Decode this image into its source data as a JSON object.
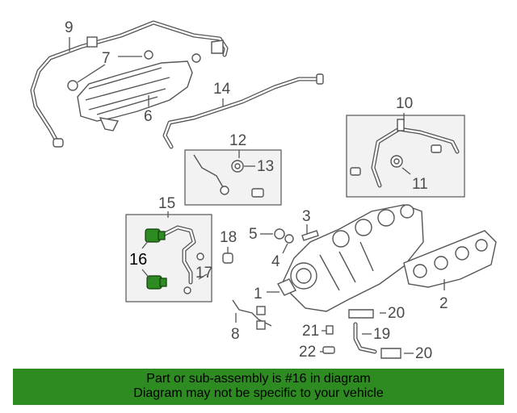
{
  "labels": {
    "n1": "1",
    "n2": "2",
    "n3": "3",
    "n4": "4",
    "n5": "5",
    "n6": "6",
    "n7": "7",
    "n8": "8",
    "n9": "9",
    "n10": "10",
    "n11": "11",
    "n12": "12",
    "n13": "13",
    "n14": "14",
    "n15": "15",
    "n16": "16",
    "n17": "17",
    "n18": "18",
    "n19": "19",
    "n20a": "20",
    "n20b": "20",
    "n21": "21",
    "n22": "22"
  },
  "banner": {
    "line1": "Part or sub-assembly is #16 in diagram",
    "line2": "Diagram may not be specific to your vehicle"
  },
  "colors": {
    "highlight": "#2e8b22",
    "banner": "#2e8b22"
  }
}
